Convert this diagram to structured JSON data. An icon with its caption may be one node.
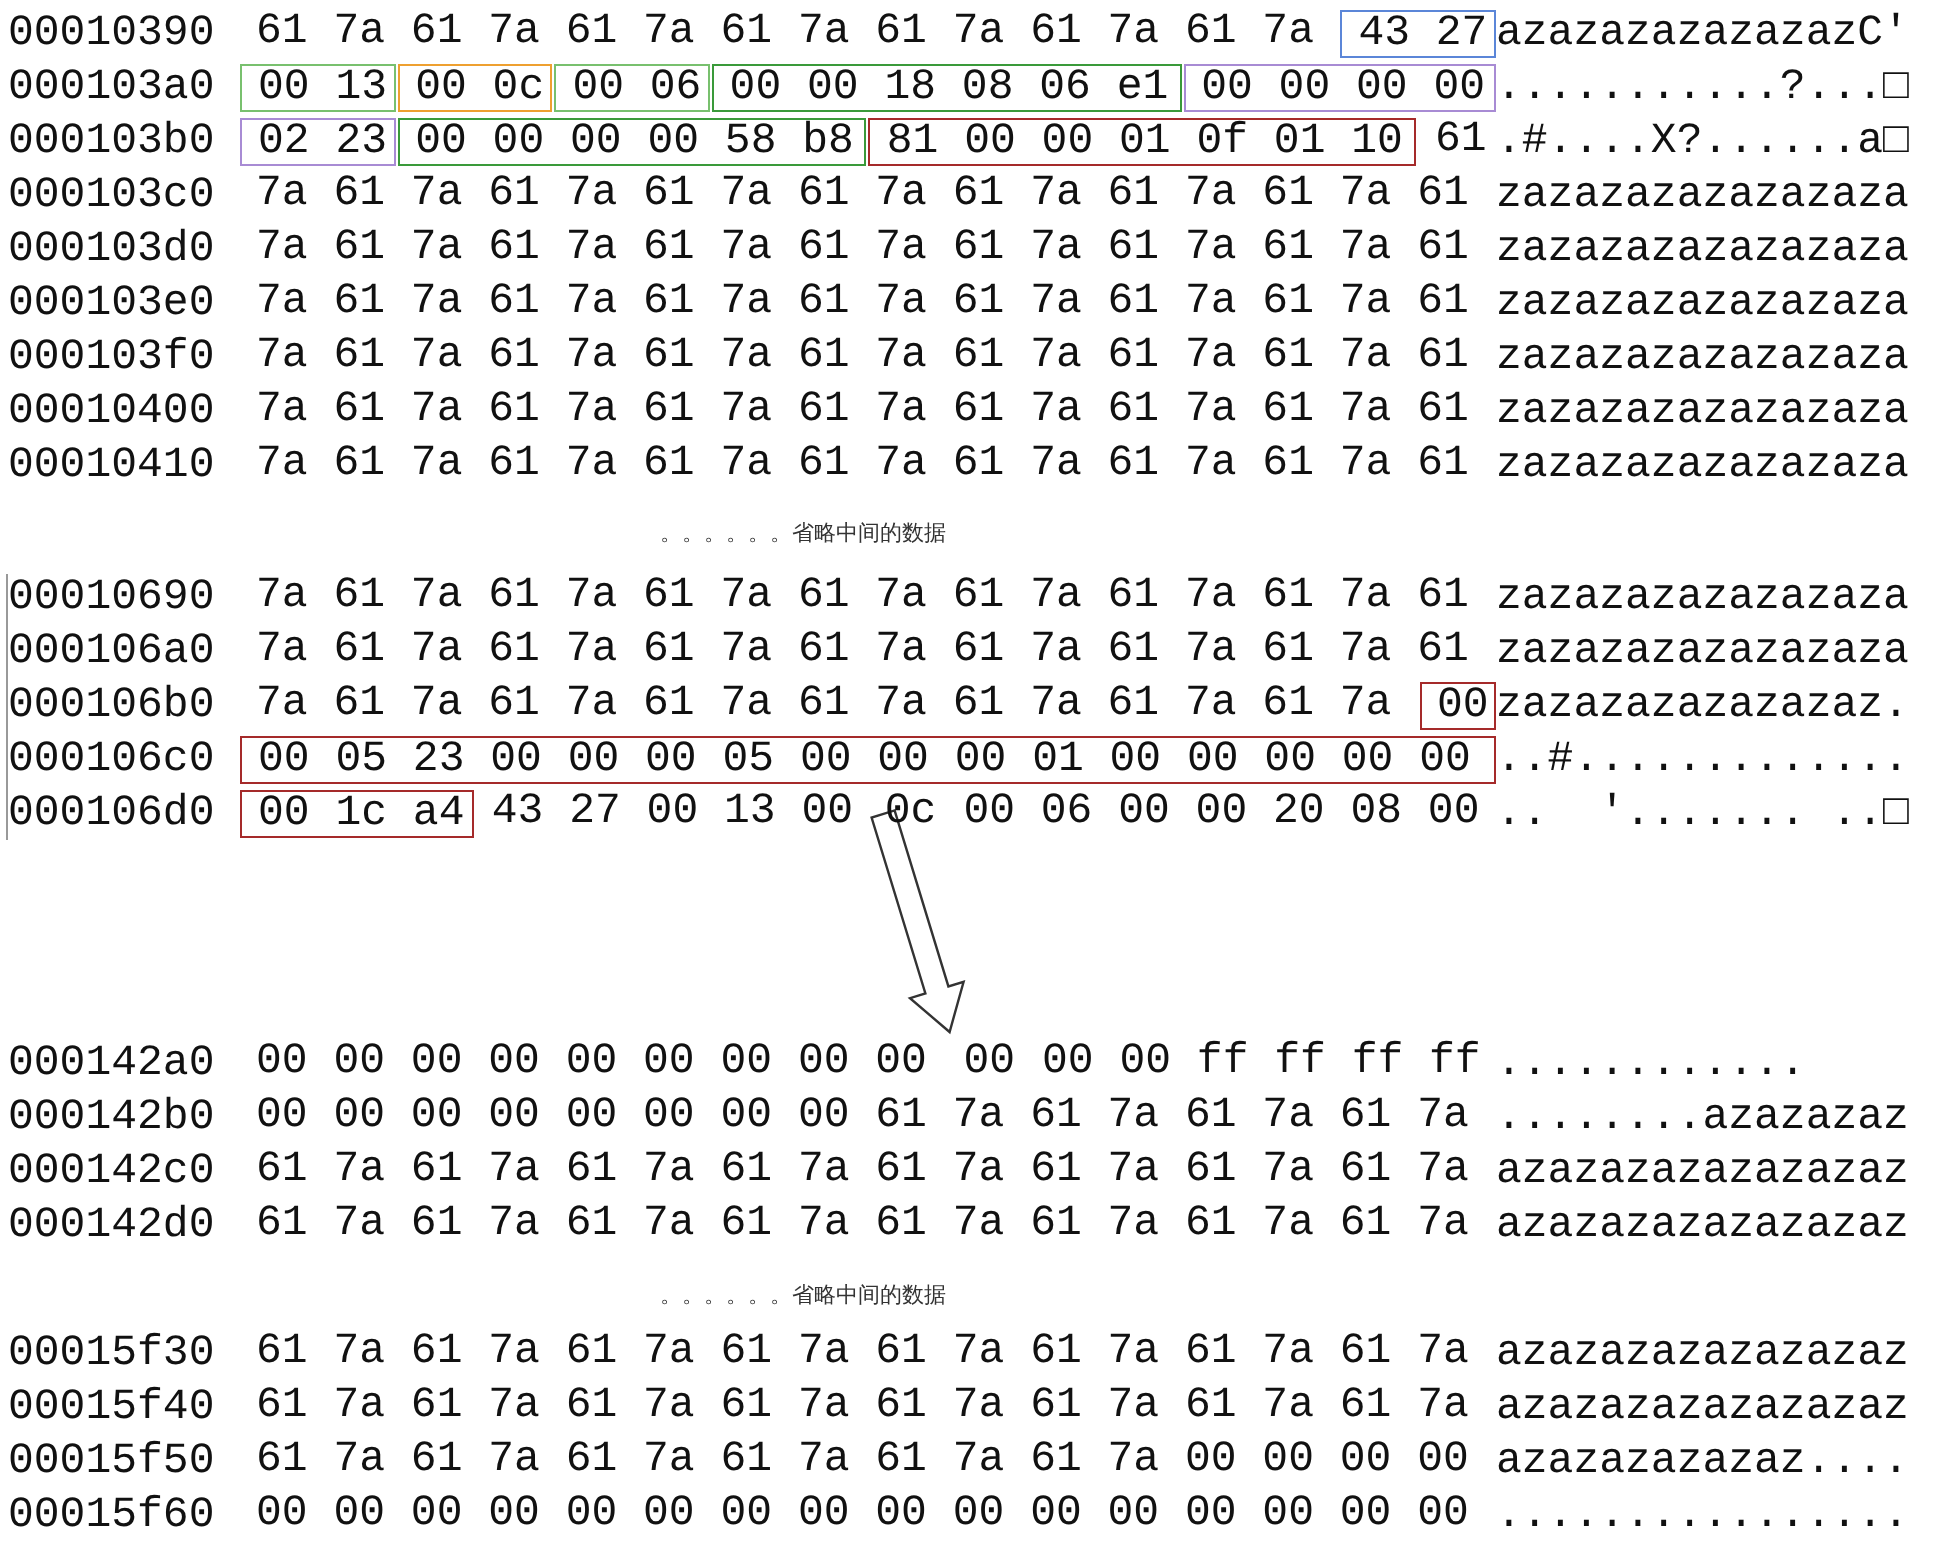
{
  "diagram": {
    "nodes": [
      {
        "text": [
          "43 27"
        ]
      },
      {
        "text": [
          "00 13"
        ]
      },
      {
        "text": [
          "00 0c"
        ]
      },
      {
        "text": [
          "00 06"
        ]
      },
      {
        "text": [
          "00 00 18 08 06 e1"
        ]
      },
      {
        "text": [
          "00 00 00 00"
        ]
      },
      {
        "text": [
          "02 23"
        ]
      },
      {
        "text": [
          "00 00 00 00 58 b8"
        ]
      },
      {
        "text": [
          "81 00 00 01 0f 01 10"
        ]
      },
      {
        "text": [
          "00"
        ]
      },
      {
        "text": [
          "00 05 23 00 00 00 05 00 00 00 01 00 00 00 00 00"
        ]
      },
      {
        "text": [
          "00 1c a4"
        ]
      },
      {
        "text": [
          "0c"
        ]
      },
      {
        "text": [
          "00"
        ]
      }
    ],
    "edges": [
      {
        "from": 12,
        "to": 13,
        "arrow": "to"
      }
    ],
    "labels": [
      "00010390",
      "61 7a 61 7a 61 7a 61 7a 61 7a 61 7a 61 7a",
      "azazazazazazazC'",
      "000103a0",
      "...........?...□",
      "000103b0",
      "61",
      ".#....X?......a□",
      "000103c0",
      "7a 61 7a 61 7a 61 7a 61 7a 61 7a 61 7a 61 7a 61",
      "zazazazazazazaza",
      "000103d0",
      "7a 61 7a 61 7a 61 7a 61 7a 61 7a 61 7a 61 7a 61",
      "zazazazazazazaza",
      "000103e0",
      "7a 61 7a 61 7a 61 7a 61 7a 61 7a 61 7a 61 7a 61",
      "zazazazazazazaza",
      "000103f0",
      "7a 61 7a 61 7a 61 7a 61 7a 61 7a 61 7a 61 7a 61",
      "zazazazazazazaza",
      "00010400",
      "7a 61 7a 61 7a 61 7a 61 7a 61 7a 61 7a 61 7a 61",
      "zazazazazazazaza",
      "00010410",
      "7a 61 7a 61 7a 61 7a 61 7a 61 7a 61 7a 61 7a 61",
      "zazazazazazazaza",
      "。。。。。。省略中间的数据",
      "00010690",
      "7a 61 7a 61 7a 61 7a 61 7a 61 7a 61 7a 61 7a 61",
      "zazazazazazazaza",
      "000106a0",
      "7a 61 7a 61 7a 61 7a 61 7a 61 7a 61 7a 61 7a 61",
      "zazazazazazazaza",
      "000106b0",
      "7a 61 7a 61 7a 61 7a 61 7a 61 7a 61 7a 61 7a",
      "zazazazazazazaz.",
      "000106c0",
      "..#.............",
      "000106d0",
      "43 27 00 13 00",
      "00 06 00 00 20 08 00",
      "..  '....... ..□",
      "000142a0",
      "00 00 00 00 00 00 00 00 00",
      "00 00 ff ff ff ff",
      "............",
      "000142b0",
      "00 00 00 00 00 00 00 00 61 7a 61 7a 61 7a 61 7a",
      "........azazazaz",
      "000142c0",
      "61 7a 61 7a 61 7a 61 7a 61 7a 61 7a 61 7a 61 7a",
      "azazazazazazazaz",
      "000142d0",
      "61 7a 61 7a 61 7a 61 7a 61 7a 61 7a 61 7a 61 7a",
      "azazazazazazazaz",
      "。。。。。。省略中间的数据",
      "00015f30",
      "61 7a 61 7a 61 7a 61 7a 61 7a 61 7a 61 7a 61 7a",
      "azazazazazazazaz",
      "00015f40",
      "61 7a 61 7a 61 7a 61 7a 61 7a 61 7a 61 7a 61 7a",
      "azazazazazazazaz",
      "00015f50",
      "61 7a 61 7a 61 7a 61 7a 61 7a 61 7a 00 00 00 00",
      "azazazazazaz....",
      "00015f60",
      "00 00 00 00 00 00 00 00 00 00 00 00 00 00 00 00",
      "................"
    ]
  }
}
